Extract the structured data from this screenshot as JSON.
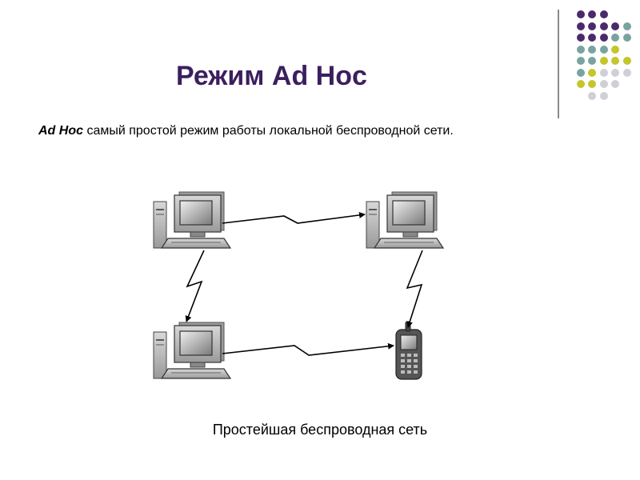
{
  "slide": {
    "title": "Режим Ad Hoc",
    "intro_term": "Ad Hoc",
    "intro_text": " самый простой режим работы локальной беспроводной сети.",
    "caption": "Простейшая беспроводная сеть"
  },
  "diagram": {
    "nodes": [
      {
        "id": "pc-top-left",
        "type": "computer"
      },
      {
        "id": "pc-top-right",
        "type": "computer"
      },
      {
        "id": "pc-bottom-left",
        "type": "computer"
      },
      {
        "id": "phone-bottom-right",
        "type": "mobile-phone"
      }
    ],
    "links": [
      {
        "from": "pc-top-left",
        "to": "pc-top-right",
        "style": "wireless-zigzag-arrow"
      },
      {
        "from": "pc-top-left",
        "to": "pc-bottom-left",
        "style": "wireless-zigzag-arrow"
      },
      {
        "from": "pc-top-right",
        "to": "phone-bottom-right",
        "style": "wireless-zigzag-arrow"
      },
      {
        "from": "pc-bottom-left",
        "to": "phone-bottom-right",
        "style": "wireless-zigzag-arrow"
      }
    ]
  },
  "decoration": {
    "colors": {
      "purple": "#4b2a6b",
      "teal": "#79a3a0",
      "olive": "#c4c62a",
      "light_gray": "#cfd0d6"
    }
  }
}
